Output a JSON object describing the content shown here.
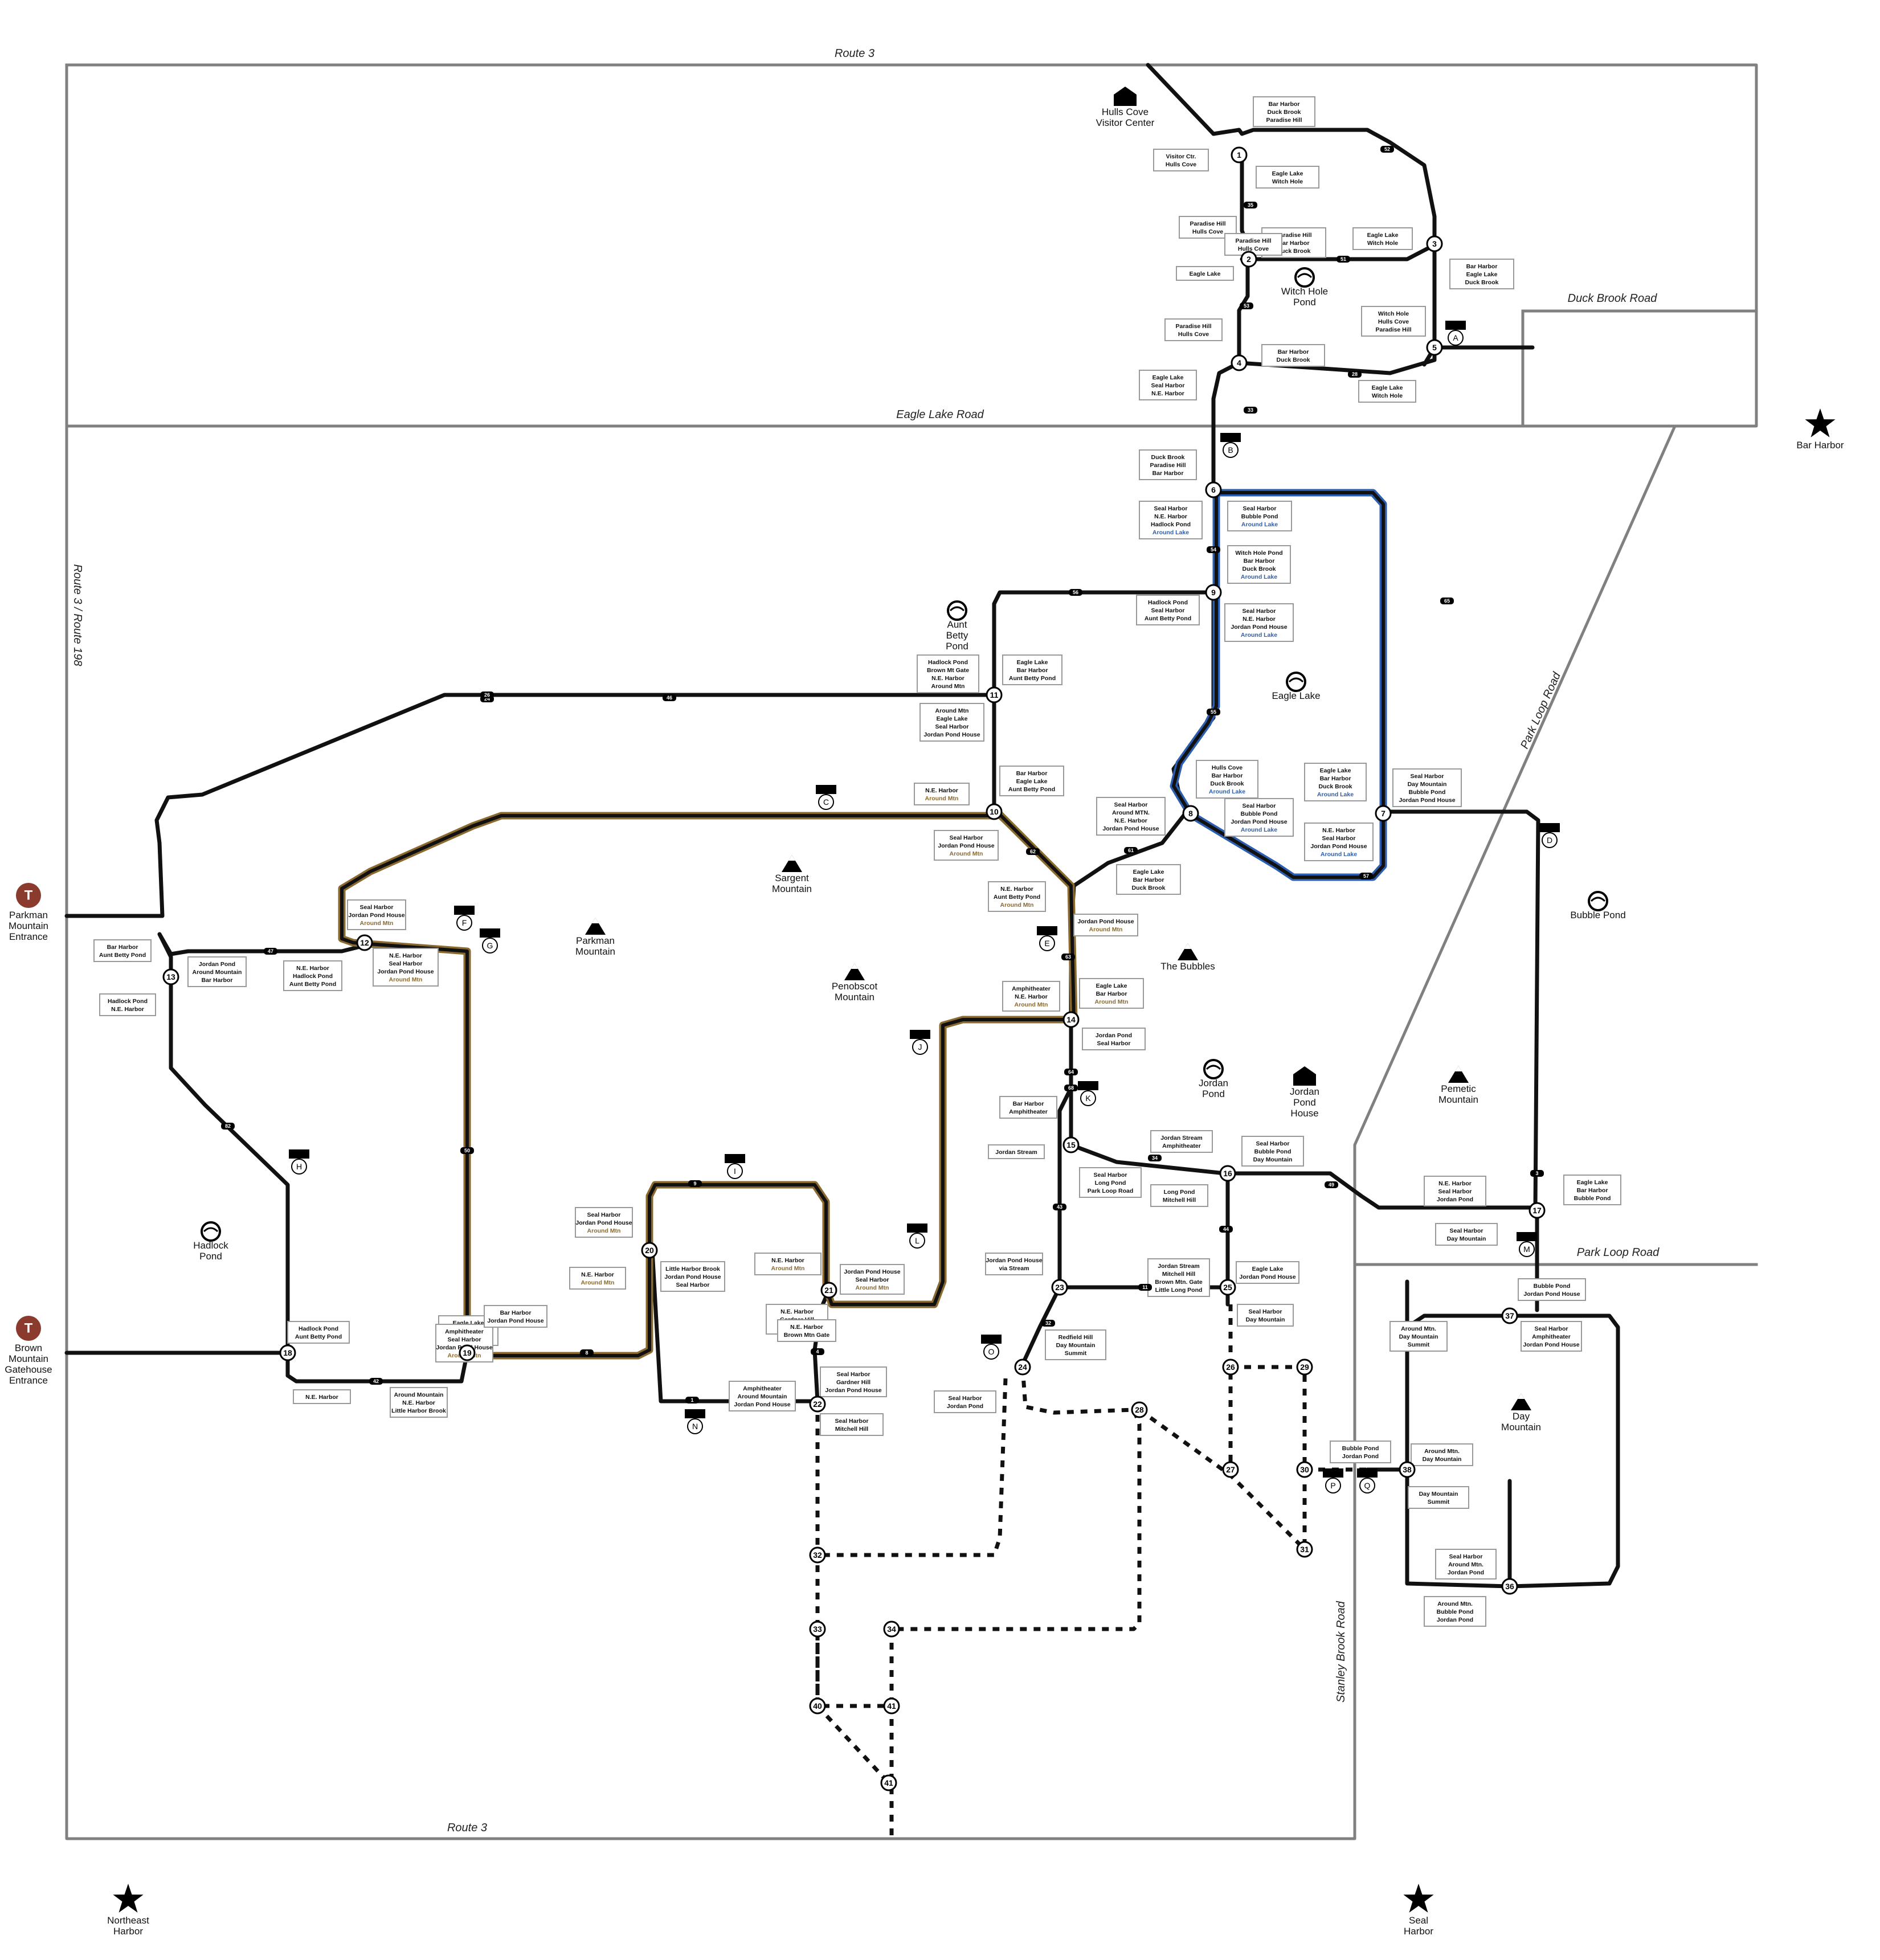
{
  "colors": {
    "background": "#ffffff",
    "boundary": "#808080",
    "carriage_road": "#111111",
    "around_mountain_loop": "#8a6a2f",
    "around_lake_loop": "#2d5fb0",
    "entrance_badge": "#8b3a2e"
  },
  "roads": [
    {
      "id": "route3-top",
      "label": "Route 3"
    },
    {
      "id": "duck-brook-road",
      "label": "Duck Brook Road"
    },
    {
      "id": "eagle-lake-road",
      "label": "Eagle Lake Road"
    },
    {
      "id": "route3-198",
      "label": "Route 3 / Route 198"
    },
    {
      "id": "park-loop-road-diag",
      "label": "Park Loop Road"
    },
    {
      "id": "park-loop-road",
      "label": "Park Loop Road"
    },
    {
      "id": "stanley-brook-road",
      "label": "Stanley Brook Road"
    },
    {
      "id": "route3-bottom",
      "label": "Route 3"
    }
  ],
  "places": [
    {
      "id": "hulls-cove",
      "lines": [
        "Hulls Cove",
        "Visitor Center"
      ],
      "icon": "building-icon"
    },
    {
      "id": "witch-hole-pond",
      "lines": [
        "Witch Hole",
        "Pond"
      ],
      "icon": "pond-icon"
    },
    {
      "id": "aunt-betty-pond",
      "lines": [
        "Aunt",
        "Betty",
        "Pond"
      ],
      "icon": "pond-icon"
    },
    {
      "id": "eagle-lake",
      "lines": [
        "Eagle Lake"
      ],
      "icon": "pond-icon"
    },
    {
      "id": "sargent-mountain",
      "lines": [
        "Sargent",
        "Mountain"
      ],
      "icon": "mountain-icon"
    },
    {
      "id": "parkman-mountain",
      "lines": [
        "Parkman",
        "Mountain"
      ],
      "icon": "mountain-icon"
    },
    {
      "id": "penobscot-mountain",
      "lines": [
        "Penobscot",
        "Mountain"
      ],
      "icon": "mountain-icon"
    },
    {
      "id": "the-bubbles",
      "lines": [
        "The Bubbles"
      ],
      "icon": "mountain-icon"
    },
    {
      "id": "bubble-pond",
      "lines": [
        "Bubble Pond"
      ],
      "icon": "pond-icon"
    },
    {
      "id": "jordan-pond",
      "lines": [
        "Jordan",
        "Pond"
      ],
      "icon": "pond-icon"
    },
    {
      "id": "jordan-pond-house",
      "lines": [
        "Jordan",
        "Pond",
        "House"
      ],
      "icon": "building-icon"
    },
    {
      "id": "pemetic-mountain",
      "lines": [
        "Pemetic",
        "Mountain"
      ],
      "icon": "mountain-icon"
    },
    {
      "id": "hadlock-pond",
      "lines": [
        "Hadlock",
        "Pond"
      ],
      "icon": "pond-icon"
    },
    {
      "id": "day-mountain",
      "lines": [
        "Day",
        "Mountain"
      ],
      "icon": "mountain-icon"
    },
    {
      "id": "bar-harbor",
      "lines": [
        "Bar Harbor"
      ],
      "icon": "star-icon"
    },
    {
      "id": "northeast-harbor",
      "lines": [
        "Northeast",
        "Harbor"
      ],
      "icon": "star-icon"
    },
    {
      "id": "seal-harbor",
      "lines": [
        "Seal",
        "Harbor"
      ],
      "icon": "star-icon"
    },
    {
      "id": "parkman-entrance",
      "lines": [
        "Parkman",
        "Mountain",
        "Entrance"
      ],
      "icon": "entrance-icon"
    },
    {
      "id": "brown-mtn-entrance",
      "lines": [
        "Brown",
        "Mountain",
        "Gatehouse",
        "Entrance"
      ],
      "icon": "entrance-icon"
    }
  ],
  "parking": [
    "A",
    "B",
    "C",
    "D",
    "E",
    "F",
    "G",
    "H",
    "I",
    "J",
    "K",
    "L",
    "M",
    "N",
    "O",
    "P",
    "Q"
  ],
  "intersections": [
    "1",
    "2",
    "3",
    "4",
    "5",
    "6",
    "7",
    "8",
    "9",
    "10",
    "11",
    "12",
    "13",
    "14",
    "15",
    "16",
    "17",
    "18",
    "19",
    "20",
    "21",
    "22",
    "23",
    "24",
    "25",
    "26",
    "27",
    "28",
    "29",
    "30",
    "31",
    "32",
    "33",
    "34",
    "36",
    "37",
    "38",
    "40",
    "41"
  ],
  "segment_labels": [
    "52",
    "35",
    "51",
    "53",
    "33",
    "28",
    "56",
    "54",
    "55",
    "57",
    "65",
    "61",
    "62",
    "63",
    "64",
    "68",
    "34",
    "49",
    "3",
    "44",
    "11",
    "43",
    "32",
    "46",
    "24",
    "26",
    "47",
    "82",
    "50",
    "42",
    "9",
    "8",
    "4",
    "1"
  ],
  "signs": [
    {
      "lines": [
        {
          "t": "Bar Harbor"
        },
        {
          "t": "Duck Brook"
        },
        {
          "t": "Paradise Hill"
        }
      ]
    },
    {
      "lines": [
        {
          "t": "Visitor Ctr."
        },
        {
          "t": "Hulls Cove"
        }
      ]
    },
    {
      "lines": [
        {
          "t": "Eagle Lake"
        },
        {
          "t": "Witch Hole"
        }
      ]
    },
    {
      "lines": [
        {
          "t": "Paradise Hill"
        },
        {
          "t": "Hulls Cove"
        }
      ]
    },
    {
      "lines": [
        {
          "t": "Paradise Hill"
        },
        {
          "t": "Bar Harbor"
        },
        {
          "t": "Duck Brook"
        }
      ]
    },
    {
      "lines": [
        {
          "t": "Eagle Lake"
        },
        {
          "t": "Witch Hole"
        }
      ]
    },
    {
      "lines": [
        {
          "t": "Paradise Hill"
        },
        {
          "t": "Hulls Cove"
        }
      ]
    },
    {
      "lines": [
        {
          "t": "Bar Harbor"
        },
        {
          "t": "Eagle Lake"
        },
        {
          "t": "Duck Brook"
        }
      ]
    },
    {
      "lines": [
        {
          "t": "Eagle Lake"
        }
      ]
    },
    {
      "lines": [
        {
          "t": "Witch Hole"
        },
        {
          "t": "Hulls Cove"
        },
        {
          "t": "Paradise Hill"
        }
      ]
    },
    {
      "lines": [
        {
          "t": "Paradise Hill"
        },
        {
          "t": "Hulls Cove"
        }
      ]
    },
    {
      "lines": [
        {
          "t": "Bar Harbor"
        },
        {
          "t": "Duck Brook"
        }
      ]
    },
    {
      "lines": [
        {
          "t": "Eagle Lake"
        },
        {
          "t": "Seal Harbor"
        },
        {
          "t": "N.E. Harbor"
        }
      ]
    },
    {
      "lines": [
        {
          "t": "Eagle Lake"
        },
        {
          "t": "Witch Hole"
        }
      ]
    },
    {
      "lines": [
        {
          "t": "Duck Brook"
        },
        {
          "t": "Paradise Hill"
        },
        {
          "t": "Bar Harbor"
        }
      ]
    },
    {
      "lines": [
        {
          "t": "Seal Harbor"
        },
        {
          "t": "N.E. Harbor"
        },
        {
          "t": "Hadlock Pond"
        },
        {
          "t": "Around Lake",
          "c": "lake"
        }
      ]
    },
    {
      "lines": [
        {
          "t": "Seal Harbor"
        },
        {
          "t": "Bubble Pond"
        },
        {
          "t": "Around Lake",
          "c": "lake"
        }
      ]
    },
    {
      "lines": [
        {
          "t": "Witch Hole Pond"
        },
        {
          "t": "Bar Harbor"
        },
        {
          "t": "Duck Brook"
        },
        {
          "t": "Around Lake",
          "c": "lake"
        }
      ]
    },
    {
      "lines": [
        {
          "t": "Hadlock Pond"
        },
        {
          "t": "Seal Harbor"
        },
        {
          "t": "Aunt Betty Pond"
        }
      ]
    },
    {
      "lines": [
        {
          "t": "Seal Harbor"
        },
        {
          "t": "N.E. Harbor"
        },
        {
          "t": "Jordan Pond House"
        },
        {
          "t": "Around Lake",
          "c": "lake"
        }
      ]
    },
    {
      "lines": [
        {
          "t": "Hadlock Pond"
        },
        {
          "t": "Brown Mt Gate"
        },
        {
          "t": "N.E. Harbor"
        },
        {
          "t": "Around Mtn"
        }
      ]
    },
    {
      "lines": [
        {
          "t": "Eagle Lake"
        },
        {
          "t": "Bar Harbor"
        },
        {
          "t": "Aunt Betty Pond"
        }
      ]
    },
    {
      "lines": [
        {
          "t": "Around Mtn"
        },
        {
          "t": "Eagle Lake"
        },
        {
          "t": "Seal Harbor"
        },
        {
          "t": "Jordan Pond House"
        }
      ]
    },
    {
      "lines": [
        {
          "t": "Bar Harbor"
        },
        {
          "t": "Eagle Lake"
        },
        {
          "t": "Aunt Betty Pond"
        }
      ]
    },
    {
      "lines": [
        {
          "t": "N.E. Harbor"
        },
        {
          "t": "Around Mtn",
          "c": "special"
        }
      ]
    },
    {
      "lines": [
        {
          "t": "Hulls Cove"
        },
        {
          "t": "Bar Harbor"
        },
        {
          "t": "Duck Brook"
        },
        {
          "t": "Around Lake",
          "c": "lake"
        }
      ]
    },
    {
      "lines": [
        {
          "t": "Eagle Lake"
        },
        {
          "t": "Bar Harbor"
        },
        {
          "t": "Duck Brook"
        },
        {
          "t": "Around Lake",
          "c": "lake"
        }
      ]
    },
    {
      "lines": [
        {
          "t": "Seal Harbor"
        },
        {
          "t": "Day Mountain"
        },
        {
          "t": "Bubble Pond"
        },
        {
          "t": "Jordan Pond House"
        }
      ]
    },
    {
      "lines": [
        {
          "t": "Seal Harbor"
        },
        {
          "t": "Around MTN."
        },
        {
          "t": "N.E. Harbor"
        },
        {
          "t": "Jordan Pond House"
        }
      ]
    },
    {
      "lines": [
        {
          "t": "Seal Harbor"
        },
        {
          "t": "Bubble Pond"
        },
        {
          "t": "Jordan Pond House"
        },
        {
          "t": "Around Lake",
          "c": "lake"
        }
      ]
    },
    {
      "lines": [
        {
          "t": "Seal Harbor"
        },
        {
          "t": "Jordan Pond House"
        },
        {
          "t": "Around Mtn",
          "c": "special"
        }
      ]
    },
    {
      "lines": [
        {
          "t": "N.E. Harbor"
        },
        {
          "t": "Seal Harbor"
        },
        {
          "t": "Jordan Pond House"
        },
        {
          "t": "Around Lake",
          "c": "lake"
        }
      ]
    },
    {
      "lines": [
        {
          "t": "Eagle Lake"
        },
        {
          "t": "Bar Harbor"
        },
        {
          "t": "Duck Brook"
        }
      ]
    },
    {
      "lines": [
        {
          "t": "N.E. Harbor"
        },
        {
          "t": "Aunt Betty Pond"
        },
        {
          "t": "Around Mtn",
          "c": "special"
        }
      ]
    },
    {
      "lines": [
        {
          "t": "Jordan Pond House"
        },
        {
          "t": "Around Mtn",
          "c": "special"
        }
      ]
    },
    {
      "lines": [
        {
          "t": "Seal Harbor"
        },
        {
          "t": "Jordan Pond House"
        },
        {
          "t": "Around Mtn",
          "c": "special"
        }
      ]
    },
    {
      "lines": [
        {
          "t": "Bar Harbor"
        },
        {
          "t": "Aunt Betty Pond"
        }
      ]
    },
    {
      "lines": [
        {
          "t": "Jordan Pond"
        },
        {
          "t": "Around Mountain"
        },
        {
          "t": "Bar Harbor"
        }
      ]
    },
    {
      "lines": [
        {
          "t": "N.E. Harbor"
        },
        {
          "t": "Hadlock Pond"
        },
        {
          "t": "Aunt Betty Pond"
        }
      ]
    },
    {
      "lines": [
        {
          "t": "N.E. Harbor"
        },
        {
          "t": "Seal Harbor"
        },
        {
          "t": "Jordan Pond House"
        },
        {
          "t": "Around Mtn",
          "c": "special"
        }
      ]
    },
    {
      "lines": [
        {
          "t": "Hadlock Pond"
        },
        {
          "t": "N.E. Harbor"
        }
      ]
    },
    {
      "lines": [
        {
          "t": "Amphitheater"
        },
        {
          "t": "N.E. Harbor"
        },
        {
          "t": "Around Mtn",
          "c": "special"
        }
      ]
    },
    {
      "lines": [
        {
          "t": "Eagle Lake"
        },
        {
          "t": "Bar Harbor"
        },
        {
          "t": "Around Mtn",
          "c": "special"
        }
      ]
    },
    {
      "lines": [
        {
          "t": "Jordan Pond"
        },
        {
          "t": "Seal Harbor"
        }
      ]
    },
    {
      "lines": [
        {
          "t": "Bar Harbor"
        },
        {
          "t": "Amphitheater"
        }
      ]
    },
    {
      "lines": [
        {
          "t": "Jordan Stream"
        },
        {
          "t": "Amphitheater"
        }
      ]
    },
    {
      "lines": [
        {
          "t": "Seal Harbor"
        },
        {
          "t": "Bubble Pond"
        },
        {
          "t": "Day Mountain"
        }
      ]
    },
    {
      "lines": [
        {
          "t": "Jordan Stream"
        }
      ]
    },
    {
      "lines": [
        {
          "t": "Seal Harbor"
        },
        {
          "t": "Long Pond"
        },
        {
          "t": "Park Loop Road"
        }
      ]
    },
    {
      "lines": [
        {
          "t": "Long Pond"
        },
        {
          "t": "Mitchell Hill"
        }
      ]
    },
    {
      "lines": [
        {
          "t": "N.E. Harbor"
        },
        {
          "t": "Seal Harbor"
        },
        {
          "t": "Jordan Pond"
        }
      ]
    },
    {
      "lines": [
        {
          "t": "Eagle Lake"
        },
        {
          "t": "Bar Harbor"
        },
        {
          "t": "Bubble Pond"
        }
      ]
    },
    {
      "lines": [
        {
          "t": "Seal Harbor"
        },
        {
          "t": "Day Mountain"
        }
      ]
    },
    {
      "lines": [
        {
          "t": "Seal Harbor"
        },
        {
          "t": "Jordan Pond House"
        },
        {
          "t": "Around Mtn",
          "c": "special"
        }
      ]
    },
    {
      "lines": [
        {
          "t": "N.E. Harbor"
        },
        {
          "t": "Around Mtn",
          "c": "special"
        }
      ]
    },
    {
      "lines": [
        {
          "t": "Little Harbor Brook"
        },
        {
          "t": "Jordan Pond House"
        },
        {
          "t": "Seal Harbor"
        }
      ]
    },
    {
      "lines": [
        {
          "t": "N.E. Harbor"
        },
        {
          "t": "Around Mtn",
          "c": "special"
        }
      ]
    },
    {
      "lines": [
        {
          "t": "Jordan Pond House"
        },
        {
          "t": "Seal Harbor"
        },
        {
          "t": "Around Mtn",
          "c": "special"
        }
      ]
    },
    {
      "lines": [
        {
          "t": "N.E. Harbor"
        },
        {
          "t": "Gardner Hill"
        },
        {
          "t": "Seal Harbor"
        }
      ]
    },
    {
      "lines": [
        {
          "t": "Jordan Pond House"
        },
        {
          "t": "via Stream"
        }
      ]
    },
    {
      "lines": [
        {
          "t": "Jordan Stream"
        },
        {
          "t": "Mitchell Hill"
        },
        {
          "t": "Brown Mtn. Gate"
        },
        {
          "t": "Little Long Pond"
        }
      ]
    },
    {
      "lines": [
        {
          "t": "Eagle Lake"
        },
        {
          "t": "Jordan Pond House"
        }
      ]
    },
    {
      "lines": [
        {
          "t": "Bubble Pond"
        },
        {
          "t": "Jordan Pond House"
        }
      ]
    },
    {
      "lines": [
        {
          "t": "Seal Harbor"
        },
        {
          "t": "Day Mountain"
        }
      ]
    },
    {
      "lines": [
        {
          "t": "N.E. Harbor"
        },
        {
          "t": "Brown Mtn Gate"
        }
      ]
    },
    {
      "lines": [
        {
          "t": "Hadlock Pond"
        },
        {
          "t": "Aunt Betty Pond"
        }
      ]
    },
    {
      "lines": [
        {
          "t": "Eagle Lake"
        },
        {
          "t": "Bar Harbor"
        },
        {
          "t": "Around Mtn",
          "c": "special"
        }
      ]
    },
    {
      "lines": [
        {
          "t": "Amphitheater"
        },
        {
          "t": "Seal Harbor"
        },
        {
          "t": "Jordan Pond House"
        },
        {
          "t": "Around Mtn",
          "c": "special"
        }
      ]
    },
    {
      "lines": [
        {
          "t": "Bar Harbor"
        },
        {
          "t": "Jordan Pond House"
        }
      ]
    },
    {
      "lines": [
        {
          "t": "Redfield Hill"
        },
        {
          "t": "Day Mountain"
        },
        {
          "t": "Summit"
        }
      ]
    },
    {
      "lines": [
        {
          "t": "Around Mtn."
        },
        {
          "t": "Day Mountain"
        },
        {
          "t": "Summit"
        }
      ]
    },
    {
      "lines": [
        {
          "t": "Seal Harbor"
        },
        {
          "t": "Amphitheater"
        },
        {
          "t": "Jordan Pond House"
        }
      ]
    },
    {
      "lines": [
        {
          "t": "N.E. Harbor"
        }
      ]
    },
    {
      "lines": [
        {
          "t": "Around Mountain"
        },
        {
          "t": "N.E. Harbor"
        },
        {
          "t": "Little Harbor Brook"
        }
      ]
    },
    {
      "lines": [
        {
          "t": "Amphitheater"
        },
        {
          "t": "Around Mountain"
        },
        {
          "t": "Jordan Pond House"
        }
      ]
    },
    {
      "lines": [
        {
          "t": "Seal Harbor"
        },
        {
          "t": "Gardner Hill"
        },
        {
          "t": "Jordan Pond House"
        }
      ]
    },
    {
      "lines": [
        {
          "t": "Seal Harbor"
        },
        {
          "t": "Mitchell Hill"
        }
      ]
    },
    {
      "lines": [
        {
          "t": "Seal Harbor"
        },
        {
          "t": "Jordan Pond"
        }
      ]
    },
    {
      "lines": [
        {
          "t": "Bubble Pond"
        },
        {
          "t": "Jordan Pond"
        }
      ]
    },
    {
      "lines": [
        {
          "t": "Around Mtn."
        },
        {
          "t": "Day Mountain"
        }
      ]
    },
    {
      "lines": [
        {
          "t": "Day Mountain"
        },
        {
          "t": "Summit"
        }
      ]
    },
    {
      "lines": [
        {
          "t": "Seal Harbor"
        },
        {
          "t": "Around Mtn."
        },
        {
          "t": "Jordan Pond"
        }
      ]
    },
    {
      "lines": [
        {
          "t": "Around Mtn."
        },
        {
          "t": "Bubble Pond"
        },
        {
          "t": "Jordan Pond"
        }
      ]
    }
  ]
}
